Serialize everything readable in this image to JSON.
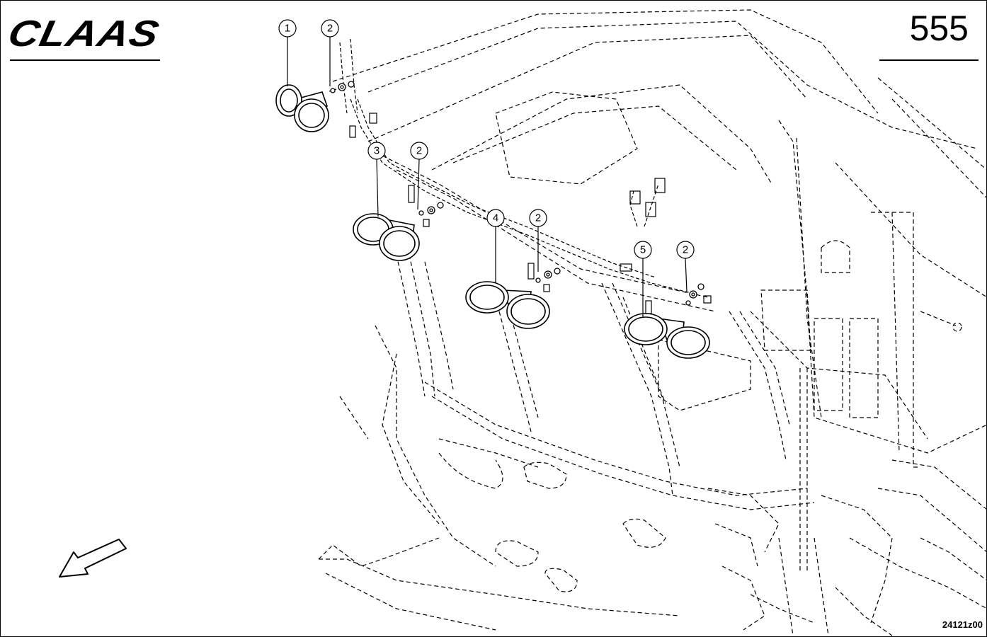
{
  "header": {
    "brand": "CLAAS",
    "page_number": "555"
  },
  "footer": {
    "drawing_code": "24121z00"
  },
  "callouts": [
    "1",
    "2",
    "3",
    "2",
    "4",
    "2",
    "5",
    "2"
  ],
  "icons": {
    "direction": "direction-arrow-icon"
  }
}
